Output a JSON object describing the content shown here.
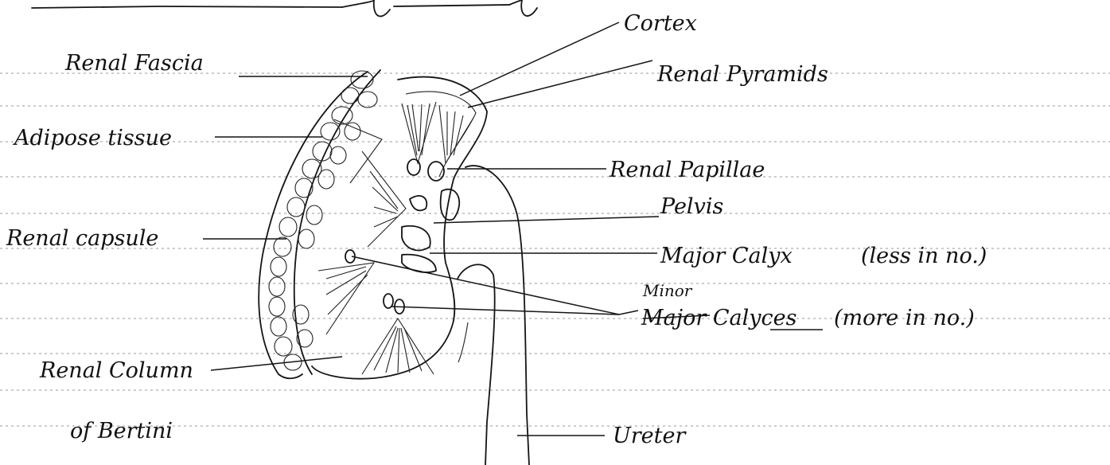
{
  "diagram": {
    "labels": {
      "renal_fascia": "Renal Fascia",
      "adipose_tissue": "Adipose tissue",
      "renal_capsule": "Renal capsule",
      "renal_column_line1": "Renal Column",
      "renal_column_line2": "of Bertini",
      "cortex": "Cortex",
      "renal_pyramids": "Renal Pyramids",
      "renal_papillae": "Renal Papillae",
      "pelvis": "Pelvis",
      "major_calyx": "Major Calyx",
      "major_calyx_note": "(less in no.)",
      "minor_correction": "Minor",
      "calyces": "Major Calyces",
      "calyces_note": "(more in no.)",
      "ureter": "Ureter"
    }
  }
}
